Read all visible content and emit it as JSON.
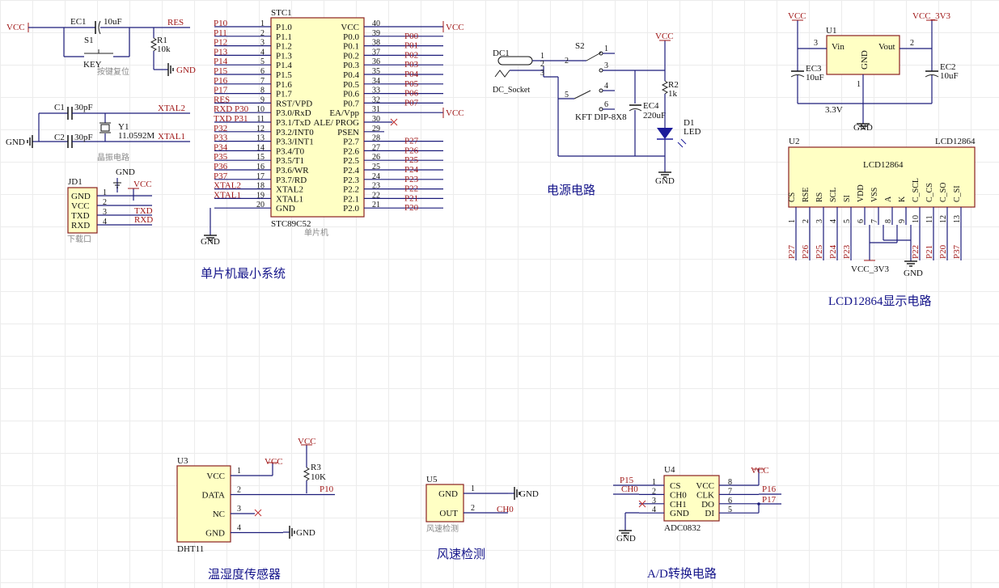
{
  "sections": {
    "mcu": "单片机最小系统",
    "power": "电源电路",
    "lcd": "LCD12864显示电路",
    "dht": "温湿度传感器",
    "wind": "风速检测",
    "adc": "A/D转换电路",
    "reset": "按键复位",
    "crystal": "晶振电路",
    "download": "下载口",
    "mcu_sub": "单片机"
  },
  "nets": {
    "vcc": "VCC",
    "gnd": "GND",
    "res": "RES",
    "xtal1": "XTAL1",
    "xtal2": "XTAL2",
    "vcc3v3": "VCC_3V3",
    "v33": "3.3V",
    "txd": "TXD",
    "rxd": "RXD",
    "p10": "P10",
    "p15": "P15",
    "p16": "P16",
    "p17": "P17",
    "ch0": "CH0"
  },
  "components": {
    "ec1": "EC1",
    "ec1_val": "10uF",
    "s1": "S1",
    "s1_val": "KEY",
    "r1": "R1",
    "r1_val": "10k",
    "c1": "C1",
    "c1_val": "30pF",
    "c2": "C2",
    "c2_val": "30pF",
    "y1": "Y1",
    "y1_val": "11.0592M",
    "jd1": "JD1",
    "stc1": "STC1",
    "stc1_val": "STC89C52",
    "dc1": "DC1",
    "dc1_val": "DC_Socket",
    "s2": "S2",
    "s2_val": "KFT DIP-8X8",
    "ec4": "EC4",
    "ec4_val": "220uF",
    "r2": "R2",
    "r2_val": "1k",
    "d1": "D1",
    "d1_val": "LED",
    "u1": "U1",
    "u1_vin": "Vin",
    "u1_vout": "Vout",
    "u1_gnd": "GND",
    "ec3": "EC3",
    "ec3_val": "10uF",
    "ec2": "EC2",
    "ec2_val": "10uF",
    "u2": "U2",
    "u2_val": "LCD12864",
    "u2_title": "LCD12864",
    "u3": "U3",
    "u3_val": "DHT11",
    "r3": "R3",
    "r3_val": "10K",
    "u5": "U5",
    "u4": "U4",
    "u4_val": "ADC0832"
  },
  "jd1_pins": [
    {
      "num": "1",
      "name": "GND"
    },
    {
      "num": "2",
      "name": "VCC"
    },
    {
      "num": "3",
      "name": "TXD"
    },
    {
      "num": "4",
      "name": "RXD"
    }
  ],
  "mcu_left": [
    {
      "num": "1",
      "pin": "P1.0",
      "net": "P10"
    },
    {
      "num": "2",
      "pin": "P1.1",
      "net": "P11"
    },
    {
      "num": "3",
      "pin": "P1.2",
      "net": "P12"
    },
    {
      "num": "4",
      "pin": "P1.3",
      "net": "P13"
    },
    {
      "num": "5",
      "pin": "P1.4",
      "net": "P14"
    },
    {
      "num": "6",
      "pin": "P1.5",
      "net": "P15"
    },
    {
      "num": "7",
      "pin": "P1.6",
      "net": "P16"
    },
    {
      "num": "8",
      "pin": "P1.7",
      "net": "P17"
    },
    {
      "num": "9",
      "pin": "RST/VPD",
      "net": "RES"
    },
    {
      "num": "10",
      "pin": "P3.0/RxD",
      "net": "RXD P30"
    },
    {
      "num": "11",
      "pin": "P3.1/TxD",
      "net": "TXD P31"
    },
    {
      "num": "12",
      "pin": "P3.2/INT0",
      "net": "P32"
    },
    {
      "num": "13",
      "pin": "P3.3/INT1",
      "net": "P33"
    },
    {
      "num": "14",
      "pin": "P3.4/T0",
      "net": "P34"
    },
    {
      "num": "15",
      "pin": "P3.5/T1",
      "net": "P35"
    },
    {
      "num": "16",
      "pin": "P3.6/WR",
      "net": "P36"
    },
    {
      "num": "17",
      "pin": "P3.7/RD",
      "net": "P37"
    },
    {
      "num": "18",
      "pin": "XTAL2",
      "net": "XTAL2"
    },
    {
      "num": "19",
      "pin": "XTAL1",
      "net": "XTAL1"
    },
    {
      "num": "20",
      "pin": "GND",
      "net": ""
    }
  ],
  "mcu_right": [
    {
      "num": "40",
      "pin": "VCC",
      "net": ""
    },
    {
      "num": "39",
      "pin": "P0.0",
      "net": "P00"
    },
    {
      "num": "38",
      "pin": "P0.1",
      "net": "P01"
    },
    {
      "num": "37",
      "pin": "P0.2",
      "net": "P02"
    },
    {
      "num": "36",
      "pin": "P0.3",
      "net": "P03"
    },
    {
      "num": "35",
      "pin": "P0.4",
      "net": "P04"
    },
    {
      "num": "34",
      "pin": "P0.5",
      "net": "P05"
    },
    {
      "num": "33",
      "pin": "P0.6",
      "net": "P06"
    },
    {
      "num": "32",
      "pin": "P0.7",
      "net": "P07"
    },
    {
      "num": "31",
      "pin": "EA/Vpp",
      "net": ""
    },
    {
      "num": "30",
      "pin": "ALE/ PROG",
      "net": ""
    },
    {
      "num": "29",
      "pin": "PSEN",
      "net": ""
    },
    {
      "num": "28",
      "pin": "P2.7",
      "net": "P27"
    },
    {
      "num": "27",
      "pin": "P2.6",
      "net": "P26"
    },
    {
      "num": "26",
      "pin": "P2.5",
      "net": "P25"
    },
    {
      "num": "25",
      "pin": "P2.4",
      "net": "P24"
    },
    {
      "num": "24",
      "pin": "P2.3",
      "net": "P23"
    },
    {
      "num": "23",
      "pin": "P2.2",
      "net": "P22"
    },
    {
      "num": "22",
      "pin": "P2.1",
      "net": "P21"
    },
    {
      "num": "21",
      "pin": "P2.0",
      "net": "P20"
    }
  ],
  "s2_pins": [
    "1",
    "2",
    "3",
    "4",
    "5",
    "6"
  ],
  "dc1_pins": [
    "1",
    "2",
    "3"
  ],
  "u1_pins": [
    "3",
    "2",
    "1"
  ],
  "lcd_pins": [
    {
      "num": "1",
      "name": "CS",
      "net": "P27"
    },
    {
      "num": "2",
      "name": "RSE",
      "net": "P26"
    },
    {
      "num": "3",
      "name": "RS",
      "net": "P25"
    },
    {
      "num": "4",
      "name": "SCL",
      "net": "P24"
    },
    {
      "num": "5",
      "name": "SI",
      "net": "P23"
    },
    {
      "num": "6",
      "name": "VDD",
      "net": ""
    },
    {
      "num": "7",
      "name": "VSS",
      "net": ""
    },
    {
      "num": "8",
      "name": "A",
      "net": ""
    },
    {
      "num": "9",
      "name": "K",
      "net": ""
    },
    {
      "num": "10",
      "name": "C_SCL",
      "net": "P22"
    },
    {
      "num": "11",
      "name": "C_CS",
      "net": "P21"
    },
    {
      "num": "12",
      "name": "C_SO",
      "net": "P20"
    },
    {
      "num": "13",
      "name": "C_SI",
      "net": "P37"
    }
  ],
  "dht_pins": [
    {
      "num": "1",
      "name": "VCC"
    },
    {
      "num": "2",
      "name": "DATA"
    },
    {
      "num": "3",
      "name": "NC"
    },
    {
      "num": "4",
      "name": "GND"
    }
  ],
  "u5_pins": [
    {
      "num": "1",
      "name": "GND"
    },
    {
      "num": "2",
      "name": "OUT"
    }
  ],
  "adc_left": [
    {
      "num": "1",
      "name": "CS"
    },
    {
      "num": "2",
      "name": "CH0"
    },
    {
      "num": "3",
      "name": "CH1"
    },
    {
      "num": "4",
      "name": "GND"
    }
  ],
  "adc_right": [
    {
      "num": "8",
      "name": "VCC"
    },
    {
      "num": "7",
      "name": "CLK"
    },
    {
      "num": "6",
      "name": "DO"
    },
    {
      "num": "5",
      "name": "DI"
    }
  ]
}
